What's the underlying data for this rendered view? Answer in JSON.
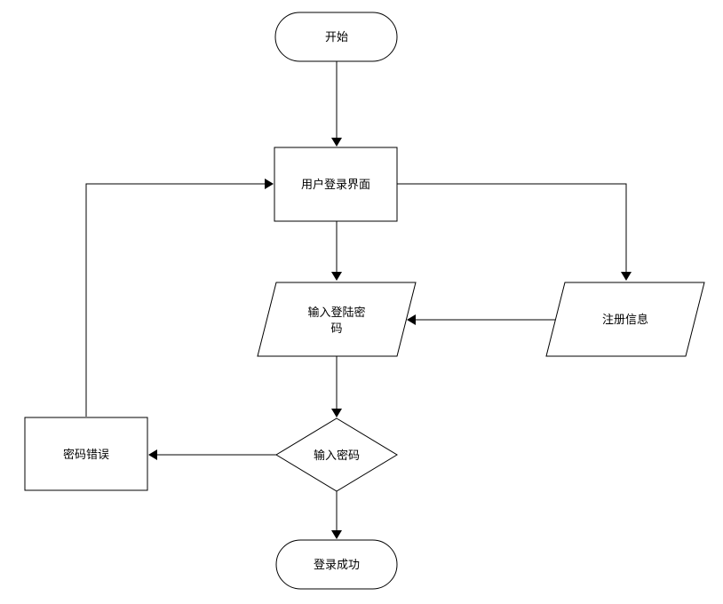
{
  "nodes": {
    "start": {
      "label": "开始"
    },
    "login_ui": {
      "label": "用户登录界面"
    },
    "input_login_pwd": {
      "line1": "输入登陆密",
      "line2": "码"
    },
    "register_info": {
      "label": "注册信息"
    },
    "input_pwd": {
      "label": "输入密码"
    },
    "pwd_error": {
      "label": "密码错误"
    },
    "login_success": {
      "label": "登录成功"
    }
  },
  "colors": {
    "stroke": "#000000",
    "fill": "#ffffff"
  }
}
